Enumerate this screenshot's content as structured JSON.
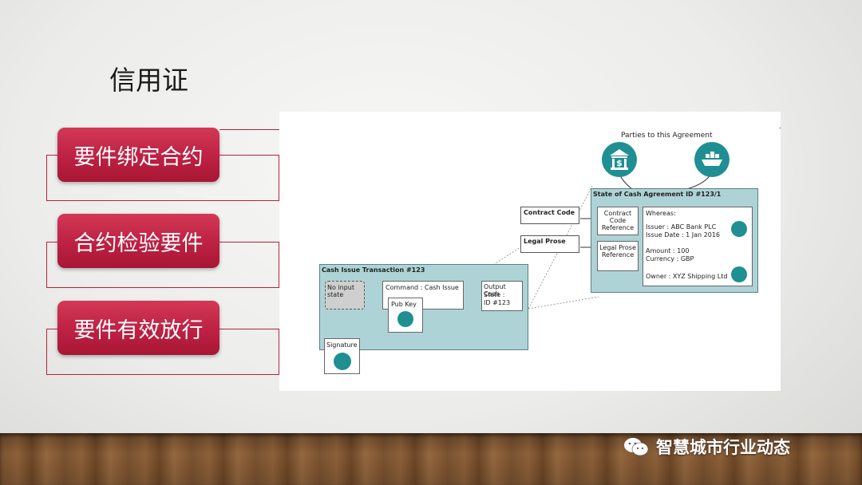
{
  "slide": {
    "title": "信用证",
    "items": [
      "要件绑定合约",
      "合约检验要件",
      "要件有效放行"
    ]
  },
  "diagram": {
    "parties_title": "Parties to this Agreement",
    "agreement": {
      "title": "State of Cash Agreement ID #123/1",
      "contract_code_ref": "Contract Code Reference",
      "legal_prose_ref": "Legal Prose Reference",
      "whereas": "Whereas:",
      "issuer": "Issuer : ABC Bank PLC",
      "issue_date": "Issue Date : 1 Jan 2016",
      "amount": "Amount : 100",
      "currency": "Currency : GBP",
      "owner": "Owner : XYZ Shipping Ltd"
    },
    "contract_code": "Contract Code",
    "legal_prose": "Legal Prose",
    "transaction": {
      "title": "Cash Issue Transaction #123",
      "no_input": "No input state",
      "command": "Command : Cash Issue",
      "pub_key": "Pub Key",
      "output_line1": "Output Cash",
      "output_line2": "State :",
      "output_line3": "ID #123",
      "signature": "Signature"
    },
    "bank_icon_text": "$",
    "colors": {
      "teal": "#1f8f93",
      "box_fill": "#aed3d6",
      "accent": "#b8213c"
    }
  },
  "watermark": {
    "text": "智慧城市行业动态",
    "icon": "wechat-icon"
  }
}
